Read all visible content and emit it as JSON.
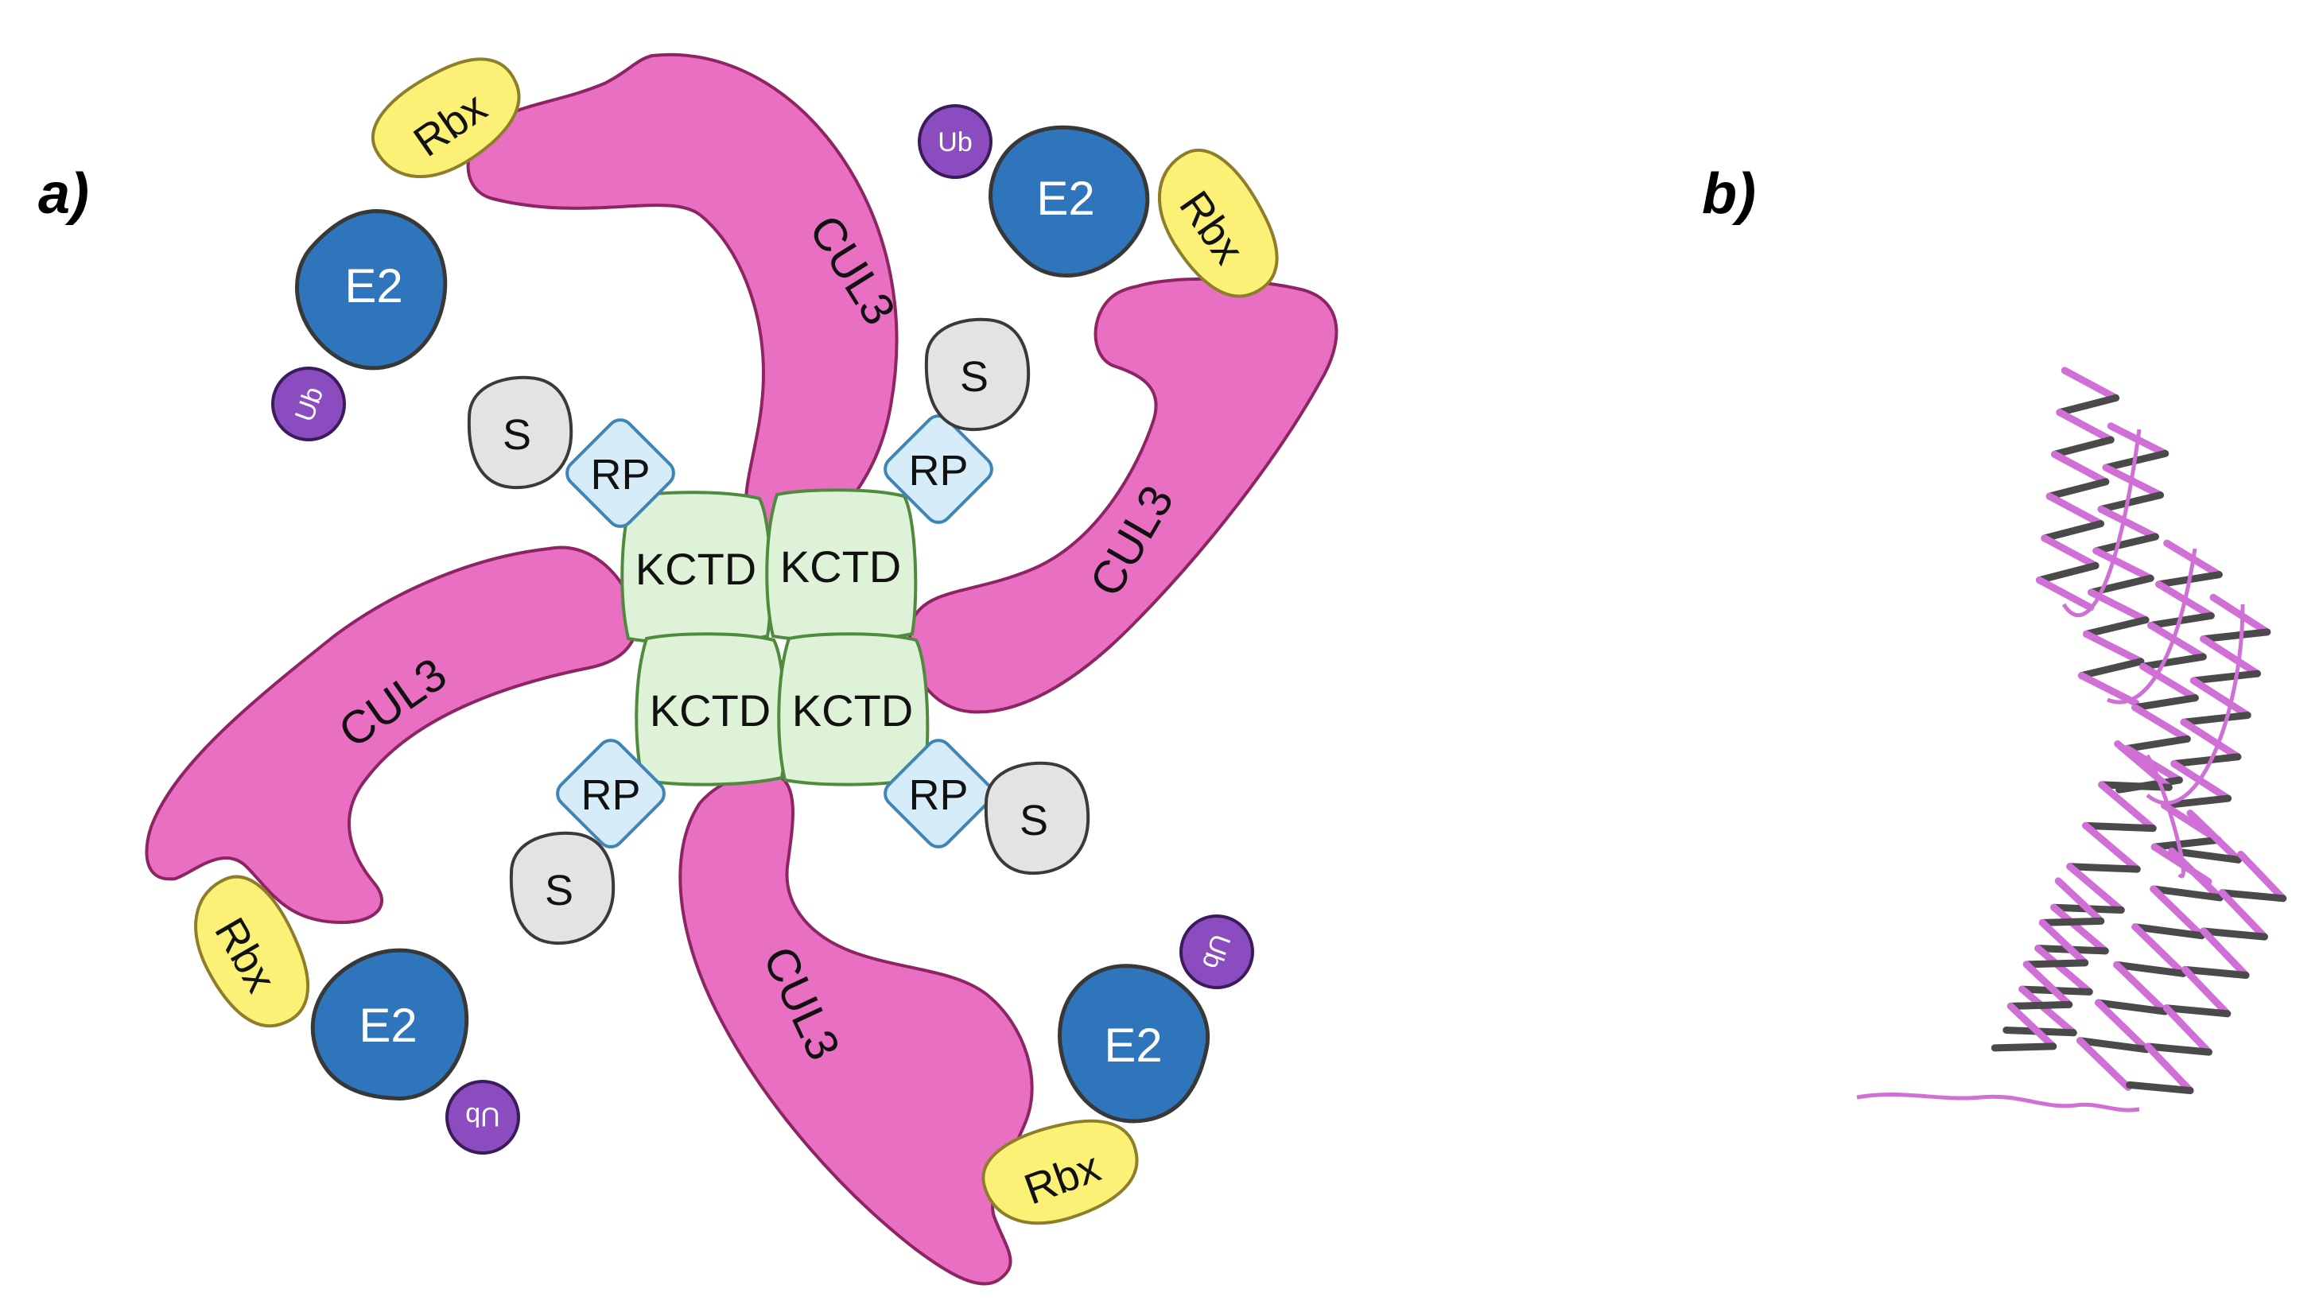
{
  "panels": {
    "a": "a)",
    "b": "b)"
  },
  "labels": {
    "cul3": "CUL3",
    "rbx": "Rbx",
    "e2": "E2",
    "ub": "Ub",
    "kctd": "KCTD",
    "rp": "RP",
    "s": "S"
  },
  "colors": {
    "cul3_fill": "#E96FC3",
    "cul3_stroke": "#8E2563",
    "rbx_fill": "#FAF176",
    "rbx_stroke": "#8E7E2A",
    "e2_fill": "#2E75BB",
    "e2_stroke": "#383838",
    "ub_fill": "#8A4CBF",
    "ub_stroke": "#3C1B5C",
    "kctd_fill": "#DDF2D6",
    "kctd_stroke": "#4F8A3E",
    "rp_fill": "#D6ECF8",
    "rp_stroke": "#3F84B7",
    "s_fill": "#E3E3E3",
    "s_stroke": "#3A3A3A",
    "ribbon_fill": "#D06FD6",
    "ribbon_dark": "#4A4A4A"
  }
}
